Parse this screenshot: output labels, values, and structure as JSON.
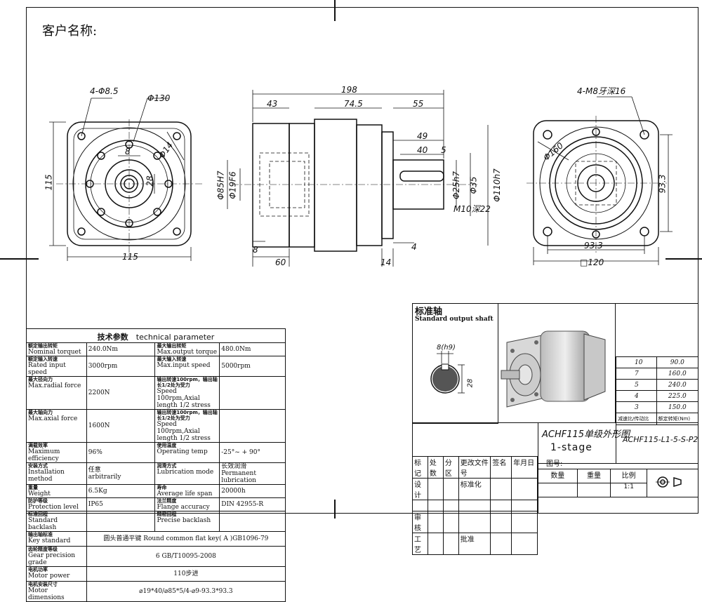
{
  "customer_label": "客户名称:",
  "front_view": {
    "dims": {
      "holes": "4-Φ8.5",
      "pcd": "Φ130",
      "pilot": "Φ14",
      "key": "8",
      "shaft_h": "28",
      "height": "115",
      "width": "115"
    }
  },
  "side_view": {
    "dims": {
      "total": "198",
      "d43": "43",
      "d745": "74.5",
      "d55": "55",
      "d49": "49",
      "d40": "40",
      "d5": "5",
      "bore1": "Φ85H7",
      "bore2": "Φ19F6",
      "shaft1": "Φ25h7",
      "shaft2": "Φ35",
      "spig": "Φ110h7",
      "thread": "M10深22",
      "d8": "8",
      "d60": "60",
      "d14": "14",
      "d4": "4"
    }
  },
  "rear_view": {
    "dims": {
      "tapped": "4-M8牙深16",
      "pcd": "Φ160",
      "h933": "93.3",
      "w933": "93.3",
      "sq": "□120"
    }
  },
  "tech": {
    "title_zh": "技术参数",
    "title_en": "technical parameter",
    "rows": [
      {
        "l_zh": "额定输出转矩",
        "l_en": "Nominal torquet",
        "l_val": "240.0Nm",
        "r_zh": "最大输出转矩",
        "r_en": "Max.output torque",
        "r_val": "480.0Nm"
      },
      {
        "l_zh": "额定输入转速",
        "l_en": "Rated input speed",
        "l_val": "3000rpm",
        "r_zh": "最大输入转速",
        "r_en": "Max.input speed",
        "r_val": "5000rpm"
      },
      {
        "l_zh": "最大径向力",
        "l_en": "Max.radial force",
        "l_val": "2200N",
        "r_zh": "输出转速100rpm，输出轴长1/2处为受力",
        "r_en": "Speed 100rpm,Axial length 1/2 stress",
        "r_val": ""
      },
      {
        "l_zh": "最大轴向力",
        "l_en": "Max.axial force",
        "l_val": "1600N",
        "r_zh": "输出转速100rpm，输出轴长1/2处为受力",
        "r_en": "Speed 100rpm,Axial length 1/2 stress",
        "r_val": ""
      },
      {
        "l_zh": "满载效率",
        "l_en": "Maximum efficiency",
        "l_val": "96%",
        "r_zh": "使用温度",
        "r_en": "Operating temp",
        "r_val": "-25°~ + 90°"
      },
      {
        "l_zh": "安装方式",
        "l_en": "Installation method",
        "l_val": "任意\narbitrarily",
        "r_zh": "润滑方式",
        "r_en": "Lubrication mode",
        "r_val": "长效润滑\nPermanent lubrication"
      },
      {
        "l_zh": "重量",
        "l_en": "Weight",
        "l_val": "6.5Kg",
        "r_zh": "寿命",
        "r_en": "Average life span",
        "r_val": "20000h"
      },
      {
        "l_zh": "防护等级",
        "l_en": "Protection level",
        "l_val": "IP65",
        "r_zh": "法兰精度",
        "r_en": "Flange accuracy",
        "r_val": "DIN 42955-R"
      },
      {
        "l_zh": "标准回程",
        "l_en": "Standard backlash",
        "l_val": "",
        "r_zh": "精密回程",
        "r_en": "Precise backlash",
        "r_val": ""
      }
    ],
    "wide_rows": [
      {
        "zh": "输出轴标准",
        "en": "Key standard",
        "val": "圆头普通平键 Round common flat key( A )GB1096-79"
      },
      {
        "zh": "齿轮精度等级",
        "en": "Gear precision grade",
        "val": "6 GB/T10095-2008"
      },
      {
        "zh": "电机功率",
        "en": "Motor power",
        "val": "110步进"
      },
      {
        "zh": "电机安装尺寸",
        "en": "Motor dimensions",
        "val": "⌀19*40/⌀85*5/4-⌀9-93.3*93.3"
      }
    ]
  },
  "shaft_panel": {
    "title_zh": "标准轴",
    "title_en": "Standard output shaft",
    "key": "8(h9)",
    "height": "28"
  },
  "ratio_table": {
    "rows": [
      [
        "10",
        "90.0"
      ],
      [
        "7",
        "160.0"
      ],
      [
        "5",
        "240.0"
      ],
      [
        "4",
        "225.0"
      ],
      [
        "3",
        "150.0"
      ]
    ],
    "header_ratio": "减速比/传动比",
    "header_torque": "额定转矩(Nm)"
  },
  "title_block": {
    "drawing_name": "ACHF115单级外形图",
    "stage": "1-stage",
    "model": "ACHF115-L1-5-S-P2",
    "row1": [
      "标记",
      "处数",
      "分区",
      "更改文件号",
      "签名",
      "年月日"
    ],
    "design": "设计",
    "standard": "标准化",
    "review": "审核",
    "process": "工艺",
    "approve": "批准",
    "drawing_no_label": "图号:",
    "qty_label": "数量",
    "weight_label": "重量",
    "scale_label": "比例",
    "scale": "1:1"
  }
}
